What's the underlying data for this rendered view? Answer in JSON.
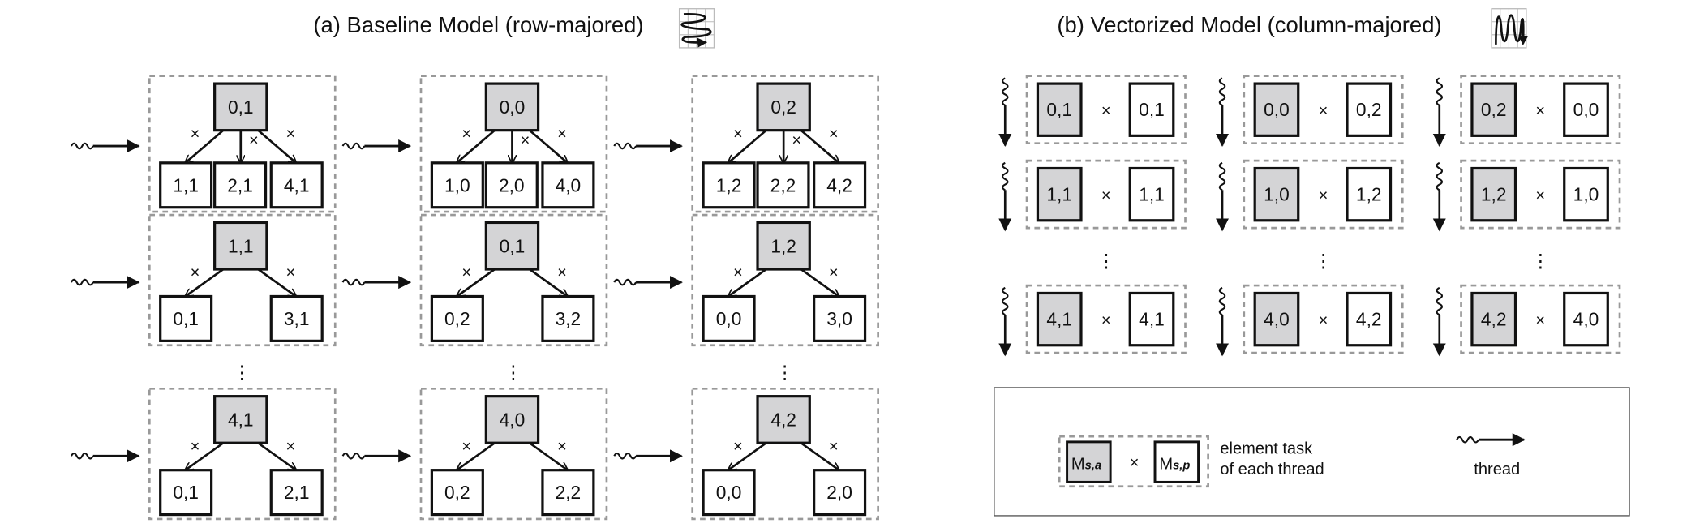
{
  "panel_a": {
    "title": "(a) Baseline Model (row-majored)",
    "icon": "row-major-zigzag-icon",
    "multiply_symbol": "×",
    "ellipsis": "⋮",
    "columns": [
      {
        "groups": [
          {
            "source": "0,1",
            "targets": [
              "1,1",
              "2,1",
              "4,1"
            ]
          },
          {
            "source": "1,1",
            "targets": [
              "0,1",
              "3,1"
            ]
          },
          {
            "source": "4,1",
            "targets": [
              "0,1",
              "2,1"
            ]
          }
        ]
      },
      {
        "groups": [
          {
            "source": "0,0",
            "targets": [
              "1,0",
              "2,0",
              "4,0"
            ]
          },
          {
            "source": "0,1",
            "targets": [
              "0,2",
              "3,2"
            ]
          },
          {
            "source": "4,0",
            "targets": [
              "0,2",
              "2,2"
            ]
          }
        ]
      },
      {
        "groups": [
          {
            "source": "0,2",
            "targets": [
              "1,2",
              "2,2",
              "4,2"
            ]
          },
          {
            "source": "1,2",
            "targets": [
              "0,0",
              "3,0"
            ]
          },
          {
            "source": "4,2",
            "targets": [
              "0,0",
              "2,0"
            ]
          }
        ]
      }
    ]
  },
  "panel_b": {
    "title": "(b) Vectorized Model (column-majored)",
    "icon": "column-major-zigzag-icon",
    "multiply_symbol": "×",
    "ellipsis": "⋮",
    "columns": [
      {
        "pairs": [
          [
            "0,1",
            "0,1"
          ],
          [
            "1,1",
            "1,1"
          ],
          [
            "4,1",
            "4,1"
          ]
        ]
      },
      {
        "pairs": [
          [
            "0,0",
            "0,2"
          ],
          [
            "1,0",
            "1,2"
          ],
          [
            "4,0",
            "4,2"
          ]
        ]
      },
      {
        "pairs": [
          [
            "0,2",
            "0,0"
          ],
          [
            "1,2",
            "1,0"
          ],
          [
            "4,2",
            "4,0"
          ]
        ]
      }
    ]
  },
  "legend": {
    "task_left": {
      "main": "M",
      "sub": "s,a"
    },
    "multiply_symbol": "×",
    "task_right": {
      "main": "M",
      "sub": "s,p"
    },
    "task_text": [
      "element task",
      "of each thread"
    ],
    "thread_label": "thread"
  },
  "colors": {
    "source_fill": "#d4d4d6",
    "target_fill": "#ffffff",
    "dashed_border": "#999999",
    "stroke": "#111111"
  }
}
